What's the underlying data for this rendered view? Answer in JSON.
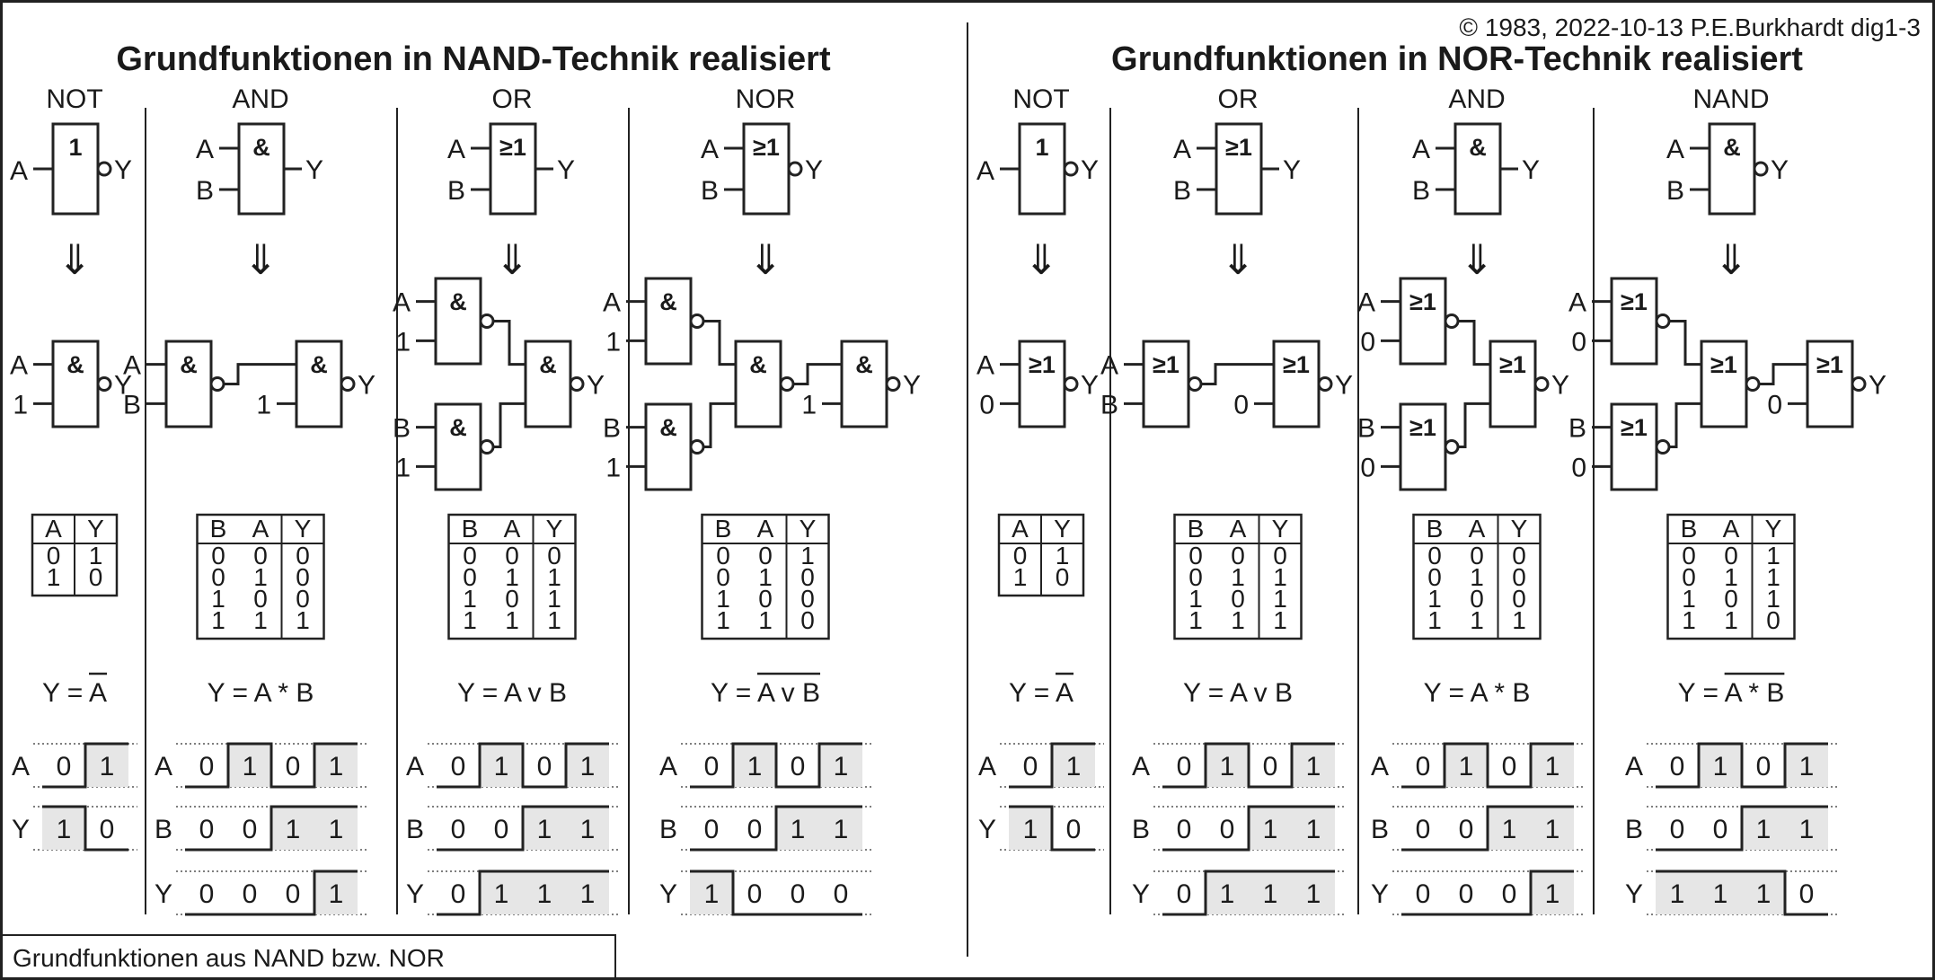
{
  "copyright": "© 1983, 2022-10-13 P.E.Burkhardt dig1-3",
  "footer": "Grundfunktionen aus NAND bzw. NOR",
  "sections": [
    {
      "title": "Grundfunktionen in NAND-Technik realisiert"
    },
    {
      "title": "Grundfunktionen in NOR-Technik realisiert"
    }
  ],
  "columns": [
    {
      "header": "NOT",
      "family": "nand",
      "truth_table": {
        "headers": [
          "A",
          "Y"
        ],
        "rows": [
          [
            "0",
            "1"
          ],
          [
            "1",
            "0"
          ]
        ]
      },
      "equation": {
        "text": "Y = A",
        "over": "A"
      },
      "timing": [
        {
          "label": "A",
          "values": [
            "0",
            "1"
          ]
        },
        {
          "label": "Y",
          "values": [
            "1",
            "0"
          ]
        }
      ]
    },
    {
      "header": "AND",
      "family": "nand",
      "truth_table": {
        "headers": [
          "B",
          "A",
          "Y"
        ],
        "rows": [
          [
            "0",
            "0",
            "0"
          ],
          [
            "0",
            "1",
            "0"
          ],
          [
            "1",
            "0",
            "0"
          ],
          [
            "1",
            "1",
            "1"
          ]
        ]
      },
      "equation": {
        "text": "Y = A * B",
        "over": ""
      },
      "timing": [
        {
          "label": "A",
          "values": [
            "0",
            "1",
            "0",
            "1"
          ]
        },
        {
          "label": "B",
          "values": [
            "0",
            "0",
            "1",
            "1"
          ]
        },
        {
          "label": "Y",
          "values": [
            "0",
            "0",
            "0",
            "1"
          ]
        }
      ]
    },
    {
      "header": "OR",
      "family": "nand",
      "truth_table": {
        "headers": [
          "B",
          "A",
          "Y"
        ],
        "rows": [
          [
            "0",
            "0",
            "0"
          ],
          [
            "0",
            "1",
            "1"
          ],
          [
            "1",
            "0",
            "1"
          ],
          [
            "1",
            "1",
            "1"
          ]
        ]
      },
      "equation": {
        "text": "Y = A v B",
        "over": ""
      },
      "timing": [
        {
          "label": "A",
          "values": [
            "0",
            "1",
            "0",
            "1"
          ]
        },
        {
          "label": "B",
          "values": [
            "0",
            "0",
            "1",
            "1"
          ]
        },
        {
          "label": "Y",
          "values": [
            "0",
            "1",
            "1",
            "1"
          ]
        }
      ]
    },
    {
      "header": "NOR",
      "family": "nand",
      "truth_table": {
        "headers": [
          "B",
          "A",
          "Y"
        ],
        "rows": [
          [
            "0",
            "0",
            "1"
          ],
          [
            "0",
            "1",
            "0"
          ],
          [
            "1",
            "0",
            "0"
          ],
          [
            "1",
            "1",
            "0"
          ]
        ]
      },
      "equation": {
        "text": "Y = A v B",
        "over": "A v B"
      },
      "timing": [
        {
          "label": "A",
          "values": [
            "0",
            "1",
            "0",
            "1"
          ]
        },
        {
          "label": "B",
          "values": [
            "0",
            "0",
            "1",
            "1"
          ]
        },
        {
          "label": "Y",
          "values": [
            "1",
            "0",
            "0",
            "0"
          ]
        }
      ]
    },
    {
      "header": "NOT",
      "family": "nor",
      "truth_table": {
        "headers": [
          "A",
          "Y"
        ],
        "rows": [
          [
            "0",
            "1"
          ],
          [
            "1",
            "0"
          ]
        ]
      },
      "equation": {
        "text": "Y = A",
        "over": "A"
      },
      "timing": [
        {
          "label": "A",
          "values": [
            "0",
            "1"
          ]
        },
        {
          "label": "Y",
          "values": [
            "1",
            "0"
          ]
        }
      ]
    },
    {
      "header": "OR",
      "family": "nor",
      "truth_table": {
        "headers": [
          "B",
          "A",
          "Y"
        ],
        "rows": [
          [
            "0",
            "0",
            "0"
          ],
          [
            "0",
            "1",
            "1"
          ],
          [
            "1",
            "0",
            "1"
          ],
          [
            "1",
            "1",
            "1"
          ]
        ]
      },
      "equation": {
        "text": "Y = A v B",
        "over": ""
      },
      "timing": [
        {
          "label": "A",
          "values": [
            "0",
            "1",
            "0",
            "1"
          ]
        },
        {
          "label": "B",
          "values": [
            "0",
            "0",
            "1",
            "1"
          ]
        },
        {
          "label": "Y",
          "values": [
            "0",
            "1",
            "1",
            "1"
          ]
        }
      ]
    },
    {
      "header": "AND",
      "family": "nor",
      "truth_table": {
        "headers": [
          "B",
          "A",
          "Y"
        ],
        "rows": [
          [
            "0",
            "0",
            "0"
          ],
          [
            "0",
            "1",
            "0"
          ],
          [
            "1",
            "0",
            "0"
          ],
          [
            "1",
            "1",
            "1"
          ]
        ]
      },
      "equation": {
        "text": "Y = A * B",
        "over": ""
      },
      "timing": [
        {
          "label": "A",
          "values": [
            "0",
            "1",
            "0",
            "1"
          ]
        },
        {
          "label": "B",
          "values": [
            "0",
            "0",
            "1",
            "1"
          ]
        },
        {
          "label": "Y",
          "values": [
            "0",
            "0",
            "0",
            "1"
          ]
        }
      ]
    },
    {
      "header": "NAND",
      "family": "nor",
      "truth_table": {
        "headers": [
          "B",
          "A",
          "Y"
        ],
        "rows": [
          [
            "0",
            "0",
            "1"
          ],
          [
            "0",
            "1",
            "1"
          ],
          [
            "1",
            "0",
            "1"
          ],
          [
            "1",
            "1",
            "0"
          ]
        ]
      },
      "equation": {
        "text": "Y = A * B",
        "over": "A * B"
      },
      "timing": [
        {
          "label": "A",
          "values": [
            "0",
            "1",
            "0",
            "1"
          ]
        },
        {
          "label": "B",
          "values": [
            "0",
            "0",
            "1",
            "1"
          ]
        },
        {
          "label": "Y",
          "values": [
            "1",
            "1",
            "1",
            "0"
          ]
        }
      ]
    }
  ],
  "symbols": {
    "and": "&",
    "or": "≥1",
    "not": "1",
    "arrow": "⇓"
  },
  "pin_labels": {
    "a": "A",
    "b": "B",
    "y": "Y",
    "one": "1",
    "zero": "0"
  }
}
